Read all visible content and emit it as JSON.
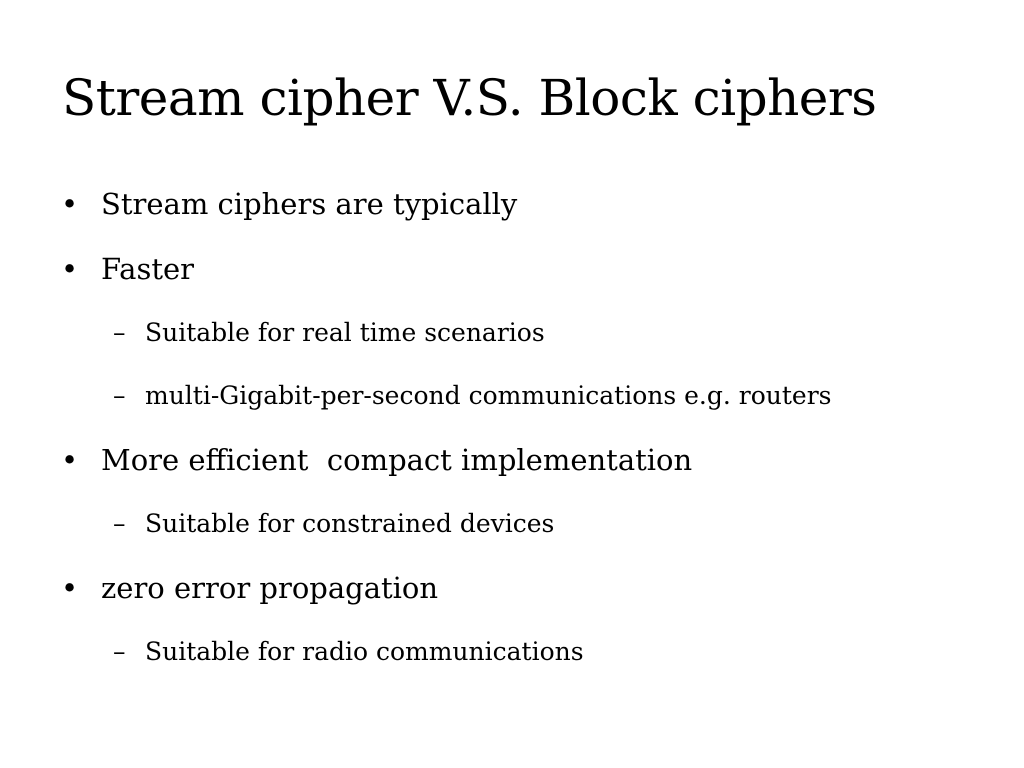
{
  "slide": {
    "title": "Stream cipher V.S. Block ciphers",
    "bullet_marker": "•",
    "sub_marker": "–",
    "items": [
      {
        "level": 1,
        "text": "Stream ciphers are typically"
      },
      {
        "level": 1,
        "text": "Faster"
      },
      {
        "level": 2,
        "text": "Suitable for real time scenarios"
      },
      {
        "level": 2,
        "text": "multi-Gigabit-per-second communications e.g. routers"
      },
      {
        "level": 1,
        "text": "More efficient  compact implementation"
      },
      {
        "level": 2,
        "text": "Suitable for constrained devices"
      },
      {
        "level": 1,
        "text": "zero error propagation"
      },
      {
        "level": 2,
        "text": "Suitable for radio communications"
      }
    ]
  }
}
